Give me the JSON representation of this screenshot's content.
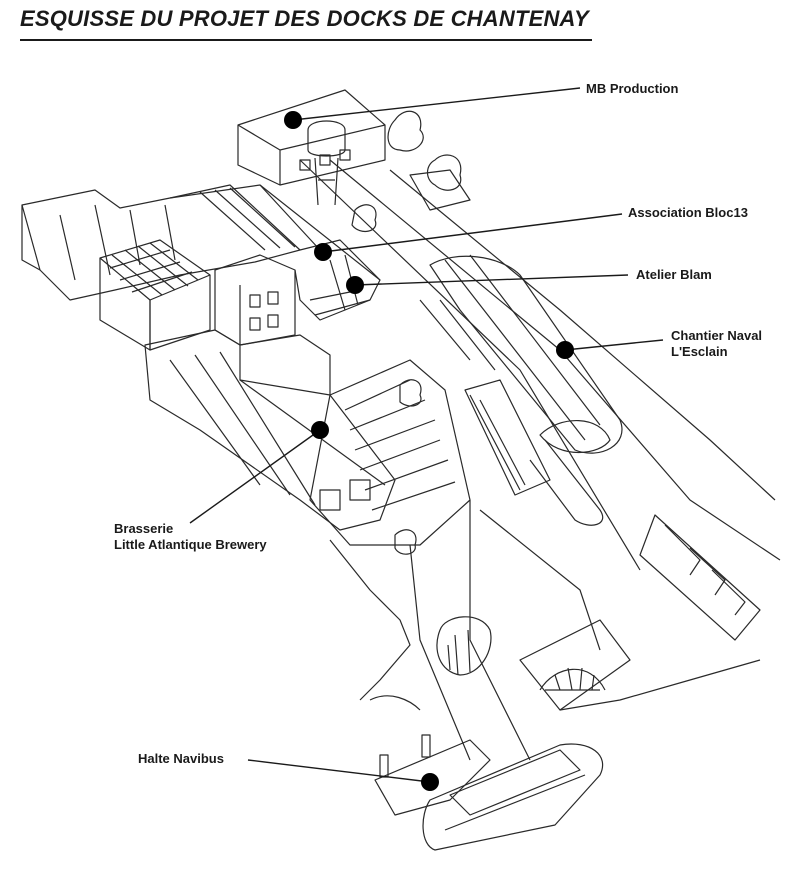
{
  "title": "ESQUISSE DU PROJET DES DOCKS DE CHANTENAY",
  "colors": {
    "ink": "#1a1a1a",
    "paper": "#ffffff"
  },
  "labels": {
    "mb_production": "MB Production",
    "association_bloc13": "Association Bloc13",
    "atelier_blam": "Atelier Blam",
    "chantier_naval_1": "Chantier Naval",
    "chantier_naval_2": "L'Esclain",
    "brasserie_1": "Brasserie",
    "brasserie_2": "Little Atlantique Brewery",
    "halte_navibus": "Halte Navibus"
  }
}
